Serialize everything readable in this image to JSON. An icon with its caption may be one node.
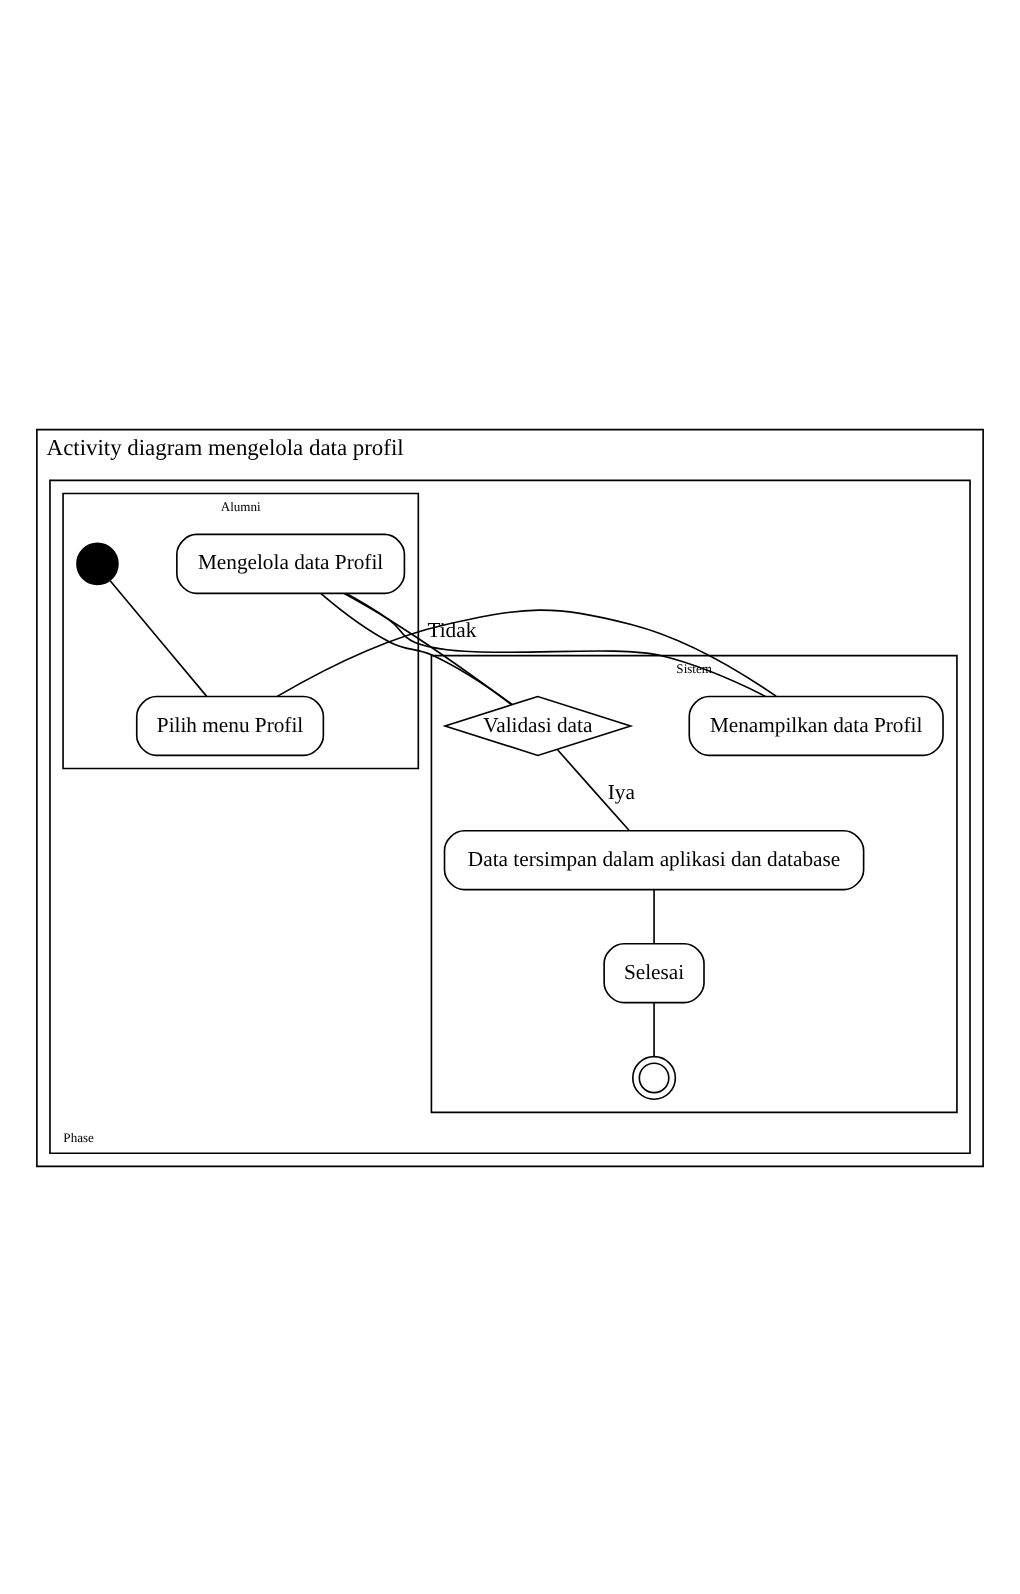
{
  "diagram": {
    "nodes": [
      {
        "text": [
          "Activity diagram mengelola data profil"
        ]
      },
      {
        "text": [
          "Phase"
        ],
        "in": 0
      },
      {
        "text": [
          "Alumni"
        ],
        "in": 1
      },
      {
        "text": [
          "Sistem"
        ],
        "in": 1
      },
      {
        "text": [],
        "shape": "circle",
        "in": 2
      },
      {
        "text": [
          "Pilih menu Profil"
        ],
        "in": 2
      },
      {
        "text": [
          "Menampilkan data Profil"
        ],
        "in": 3
      },
      {
        "text": [
          "Mengelola data Profil"
        ],
        "in": 2
      },
      {
        "text": [
          "Validasi data"
        ],
        "in": 3
      },
      {
        "text": [
          "Data tersimpan dalam aplikasi dan database"
        ],
        "in": 3
      },
      {
        "text": [
          "Selesai"
        ],
        "in": 3
      },
      {
        "text": [],
        "shape": "circle",
        "in": 3
      }
    ],
    "edges": [
      {
        "from": 4,
        "to": 5,
        "arrow": "none"
      },
      {
        "from": 5,
        "to": 6,
        "arrow": "none"
      },
      {
        "from": 6,
        "to": 7,
        "arrow": "none"
      },
      {
        "from": 7,
        "to": 8,
        "arrow": "none"
      },
      {
        "from": 8,
        "to": 7,
        "label": "Tidak",
        "arrow": "none"
      },
      {
        "from": 8,
        "to": 9,
        "label": "Iya",
        "arrow": "none"
      },
      {
        "from": 9,
        "to": 10,
        "arrow": "none"
      },
      {
        "from": 10,
        "to": 11,
        "arrow": "none"
      }
    ]
  }
}
